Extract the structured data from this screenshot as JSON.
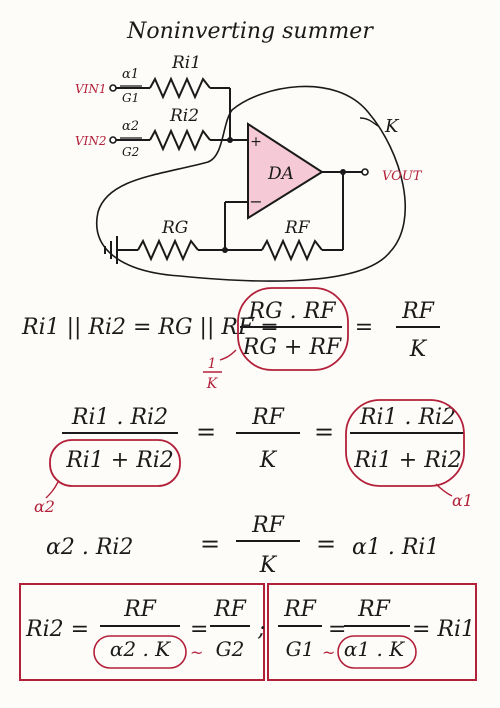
{
  "title": "Noninverting summer",
  "colors": {
    "ink": "#1a1a1a",
    "red": "#b3203a",
    "amp_fill": "#f6c9d6",
    "paper": "#fdfcf8"
  },
  "circuit": {
    "vin1": "VIN1",
    "vin2": "VIN2",
    "vout": "VOUT",
    "alpha1": "α1",
    "alpha2": "α2",
    "g1": "G1",
    "g2": "G2",
    "ri1": "Ri1",
    "ri2": "Ri2",
    "rg": "RG",
    "rf": "RF",
    "amp": "DA",
    "plus": "+",
    "minus": "−",
    "k": "K"
  },
  "eq1": {
    "lhs": "Ri1 || Ri2 = RG || RF =",
    "num": "RG . RF",
    "den": "RG + RF",
    "eq": "=",
    "rnum": "RF",
    "rden": "K",
    "note_num": "1",
    "note_den": "K"
  },
  "eq2": {
    "lnum": "Ri1 . Ri2",
    "lden": "Ri1 + Ri2",
    "eq": "=",
    "mnum": "RF",
    "mden": "K",
    "rnum": "Ri1 . Ri2",
    "rden": "Ri1 + Ri2",
    "note_left": "α2",
    "note_right": "α1"
  },
  "eq3": {
    "lhs": "α2 . Ri2",
    "eq": "=",
    "num": "RF",
    "den": "K",
    "rhs": "α1 . Ri1"
  },
  "box1": {
    "lhs": "Ri2 =",
    "num1": "RF",
    "den1": "α2 . K",
    "tilde": "~",
    "eq": "=",
    "num2": "RF",
    "den2": "G2",
    "sep": ";"
  },
  "box2": {
    "num1": "RF",
    "den1": "G1",
    "eq": "=",
    "num2": "RF",
    "den2": "α1 . K",
    "tilde": "~",
    "rhs": "= Ri1"
  }
}
